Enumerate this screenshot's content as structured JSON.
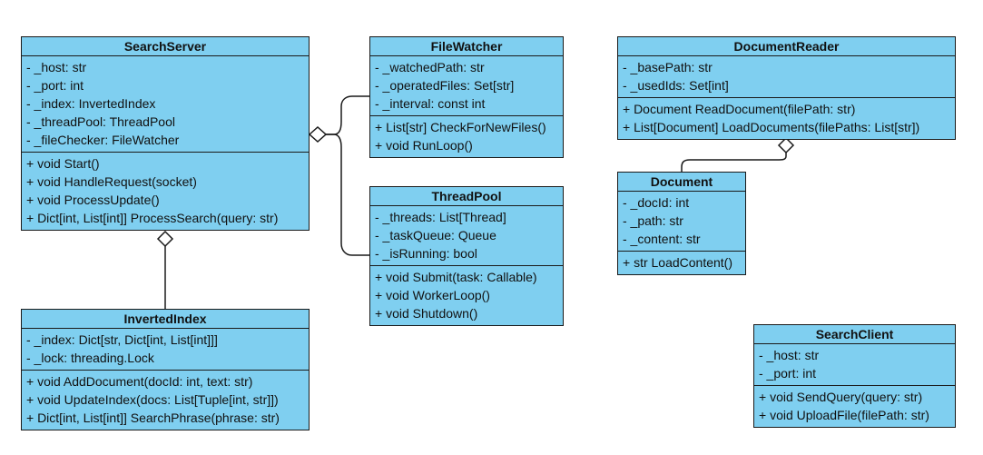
{
  "classes": {
    "search_server": {
      "name": "SearchServer",
      "attributes": [
        "- _host: str",
        "- _port: int",
        "- _index: InvertedIndex",
        "- _threadPool: ThreadPool",
        "- _fileChecker: FileWatcher"
      ],
      "methods": [
        "+ void Start()",
        "+ void HandleRequest(socket)",
        "+ void ProcessUpdate()",
        "+ Dict[int, List[int]] ProcessSearch(query: str)"
      ]
    },
    "file_watcher": {
      "name": "FileWatcher",
      "attributes": [
        "- _watchedPath: str",
        "- _operatedFiles: Set[str]",
        "- _interval: const int"
      ],
      "methods": [
        "+ List[str] CheckForNewFiles()",
        "+ void RunLoop()"
      ]
    },
    "thread_pool": {
      "name": "ThreadPool",
      "attributes": [
        "- _threads: List[Thread]",
        "- _taskQueue: Queue",
        "- _isRunning: bool"
      ],
      "methods": [
        "+ void Submit(task: Callable)",
        "+ void WorkerLoop()",
        "+ void Shutdown()"
      ]
    },
    "document_reader": {
      "name": "DocumentReader",
      "attributes": [
        "- _basePath: str",
        "- _usedIds: Set[int]"
      ],
      "methods": [
        "+ Document ReadDocument(filePath: str)",
        "+ List[Document] LoadDocuments(filePaths: List[str])"
      ]
    },
    "document": {
      "name": "Document",
      "attributes": [
        "- _docId: int",
        "- _path: str",
        "- _content: str"
      ],
      "methods": [
        "+ str LoadContent()"
      ]
    },
    "inverted_index": {
      "name": "InvertedIndex",
      "attributes": [
        "- _index: Dict[str, Dict[int, List[int]]]",
        "- _lock: threading.Lock"
      ],
      "methods": [
        "+ void AddDocument(docId: int, text: str)",
        "+ void UpdateIndex(docs: List[Tuple[int, str]])",
        "+ Dict[int, List[int]] SearchPhrase(phrase: str)"
      ]
    },
    "search_client": {
      "name": "SearchClient",
      "attributes": [
        "- _host: str",
        "- _port: int"
      ],
      "methods": [
        "+ void SendQuery(query: str)",
        "+ void UploadFile(filePath: str)"
      ]
    }
  },
  "colors": {
    "class_fill": "#7fcff0",
    "border": "#1a1a1a"
  },
  "relations": [
    {
      "type": "aggregation",
      "whole": "SearchServer",
      "part": "FileWatcher"
    },
    {
      "type": "aggregation",
      "whole": "SearchServer",
      "part": "ThreadPool"
    },
    {
      "type": "aggregation",
      "whole": "SearchServer",
      "part": "InvertedIndex"
    },
    {
      "type": "aggregation",
      "whole": "DocumentReader",
      "part": "Document"
    }
  ]
}
